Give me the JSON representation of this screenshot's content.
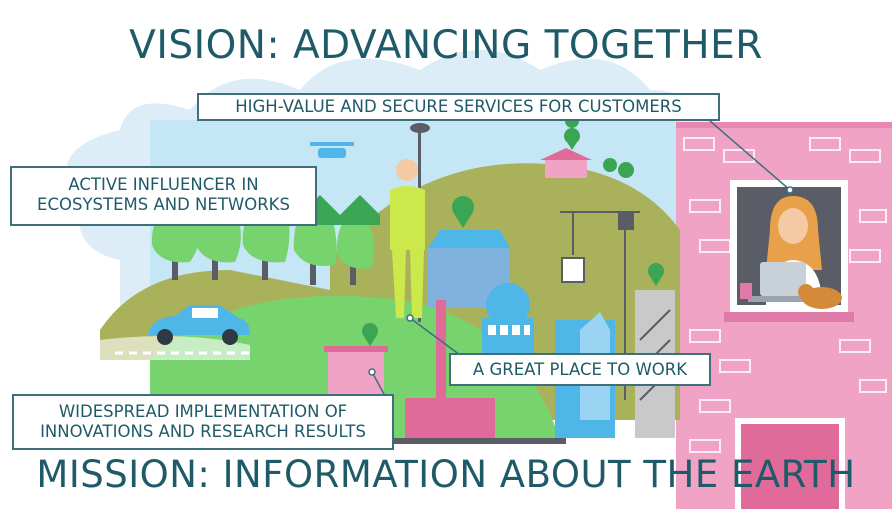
{
  "vision_title": "VISION: ADVANCING TOGETHER",
  "mission_title": "MISSION: INFORMATION ABOUT THE EARTH",
  "callouts": {
    "services": "HIGH-VALUE AND SECURE SERVICES FOR CUSTOMERS",
    "influencer_line1": "ACTIVE INFLUENCER IN",
    "influencer_line2": "ECOSYSTEMS AND NETWORKS",
    "workplace": "A GREAT PLACE TO WORK",
    "innovations_line1": "WIDESPREAD IMPLEMENTATION OF",
    "innovations_line2": "INNOVATIONS AND RESEARCH RESULTS"
  },
  "colors": {
    "title": "#1f5a69",
    "sky": "#bfe3f2",
    "hill_green": "#76d36d",
    "hill_olive": "#a9b25a",
    "building_pink": "#f0a3c4",
    "location_pin": "#3aa552"
  }
}
